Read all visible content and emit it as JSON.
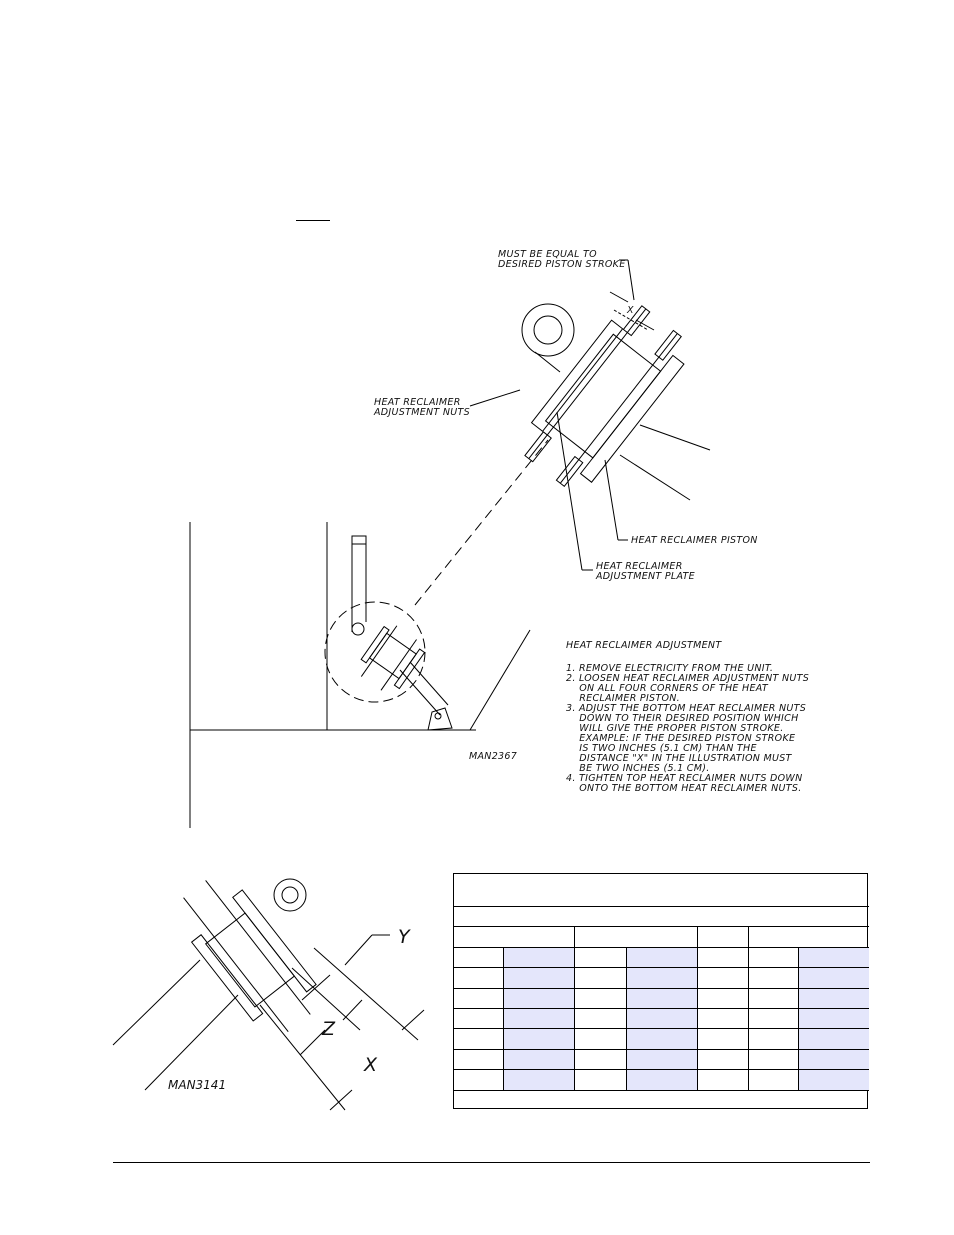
{
  "figure_top": {
    "id_label": "MAN2367",
    "callout_must_equal": "MUST BE EQUAL TO\nDESIRED PISTON STROKE",
    "callout_x": "X",
    "callout_nuts": "HEAT RECLAIMER\nADJUSTMENT NUTS",
    "callout_piston": "HEAT RECLAIMER PISTON",
    "callout_plate": "HEAT RECLAIMER\nADJUSTMENT PLATE",
    "procedure_title": "HEAT RECLAIMER ADJUSTMENT",
    "procedure_steps": [
      "1. REMOVE ELECTRICITY FROM THE UNIT.",
      "2. LOOSEN HEAT RECLAIMER ADJUSTMENT NUTS\n    ON ALL FOUR CORNERS OF THE HEAT\n    RECLAIMER PISTON.",
      "3. ADJUST THE BOTTOM HEAT RECLAIMER NUTS\n    DOWN TO THEIR DESIRED POSITION WHICH\n    WILL GIVE THE PROPER PISTON STROKE.\n    EXAMPLE: IF THE DESIRED PISTON STROKE\n    IS TWO INCHES (5.1 CM) THAN THE\n    DISTANCE \"X\" IN THE ILLUSTRATION MUST\n    BE TWO INCHES (5.1 CM).",
      "4. TIGHTEN TOP HEAT RECLAIMER NUTS DOWN\n    ONTO THE BOTTOM HEAT RECLAIMER NUTS."
    ]
  },
  "figure_bottom": {
    "id_label": "MAN3141",
    "label_x": "X",
    "label_y": "Y",
    "label_z": "Z"
  },
  "table": {
    "fill_color": "#e4e6fb",
    "border_color": "#000000"
  }
}
